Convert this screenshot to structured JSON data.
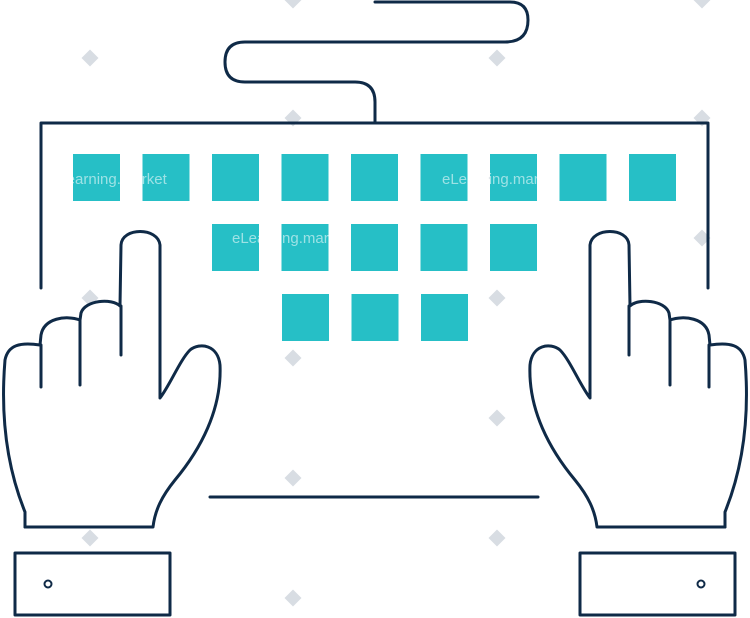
{
  "illustration": {
    "subject": "hands typing on keyboard",
    "colors": {
      "outline": "#0f2a47",
      "key": "#26bfc6",
      "background": "#ffffff",
      "watermark": "#d8dde3"
    },
    "keyboard": {
      "rows": [
        {
          "keys": 9
        },
        {
          "keys": 5
        },
        {
          "keys": 3
        }
      ]
    }
  },
  "watermark": {
    "text": "eLearning.market"
  }
}
